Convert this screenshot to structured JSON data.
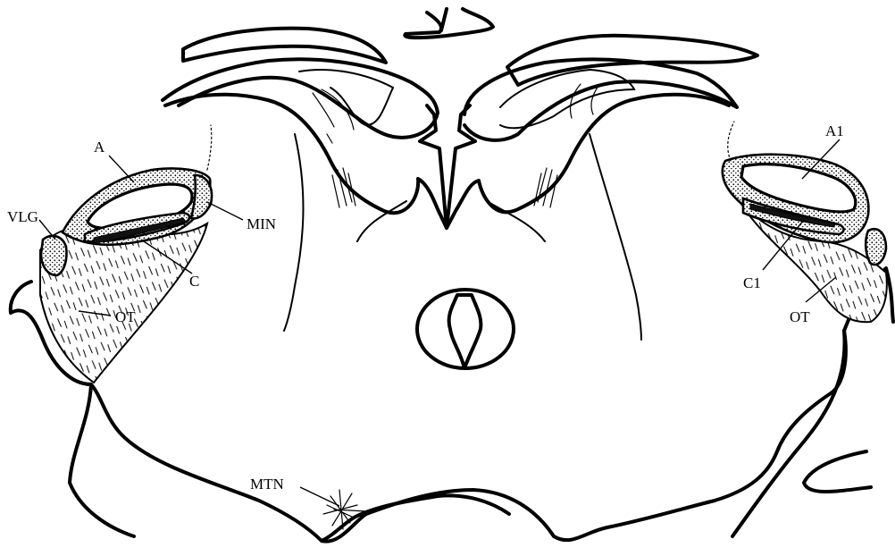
{
  "labels": {
    "a": "A",
    "vlg": "VLG",
    "min": "MIN",
    "c": "C",
    "ot_left": "OT",
    "a1": "A1",
    "c1": "C1",
    "ot_right": "OT",
    "mtn": "MTN"
  }
}
